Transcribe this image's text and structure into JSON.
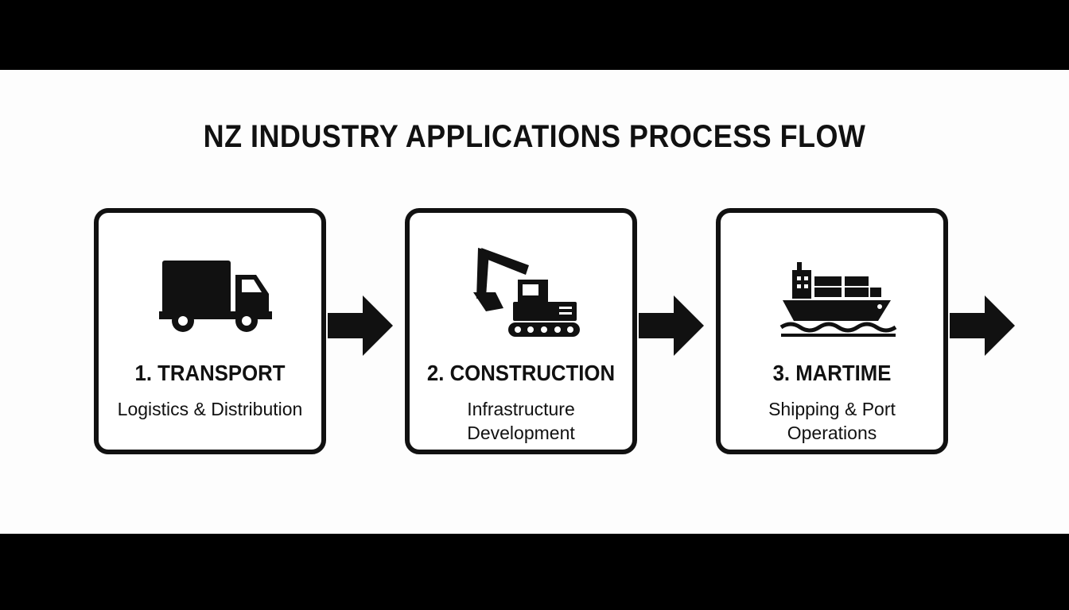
{
  "diagram": {
    "title": "NZ INDUSTRY APPLICATIONS PROCESS FLOW",
    "steps": [
      {
        "heading": "1. TRANSPORT",
        "subtitle": "Logistics & Distribution",
        "icon": "truck-icon"
      },
      {
        "heading": "2. CONSTRUCTION",
        "subtitle": "Infrastructure Development",
        "icon": "excavator-icon"
      },
      {
        "heading": "3. MARTIME",
        "subtitle": "Shipping & Port Operations",
        "icon": "cargo-ship-icon"
      }
    ],
    "connector_icon": "arrow-right-icon"
  },
  "colors": {
    "frame": "#000000",
    "background": "#fdfdfd",
    "ink": "#111111"
  }
}
